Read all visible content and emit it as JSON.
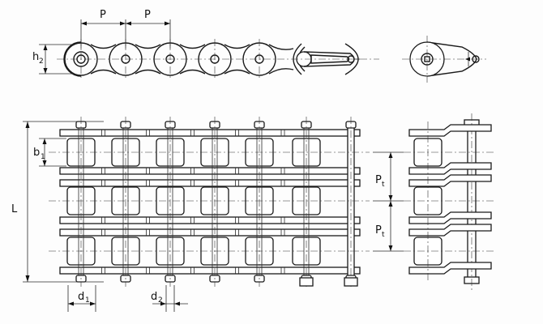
{
  "labels": {
    "pitch": "P",
    "plate_height_base": "h",
    "plate_height_sub": "2",
    "inner_width_base": "b",
    "inner_width_sub": "1",
    "length": "L",
    "roller_dia_base": "d",
    "roller_dia_sub": "1",
    "pin_dia_base": "d",
    "pin_dia_sub": "2",
    "transverse_pitch_base": "P",
    "transverse_pitch_sub": "t"
  },
  "colors": {
    "ink": "#1a1a1a",
    "paper": "#fdfdfd"
  }
}
